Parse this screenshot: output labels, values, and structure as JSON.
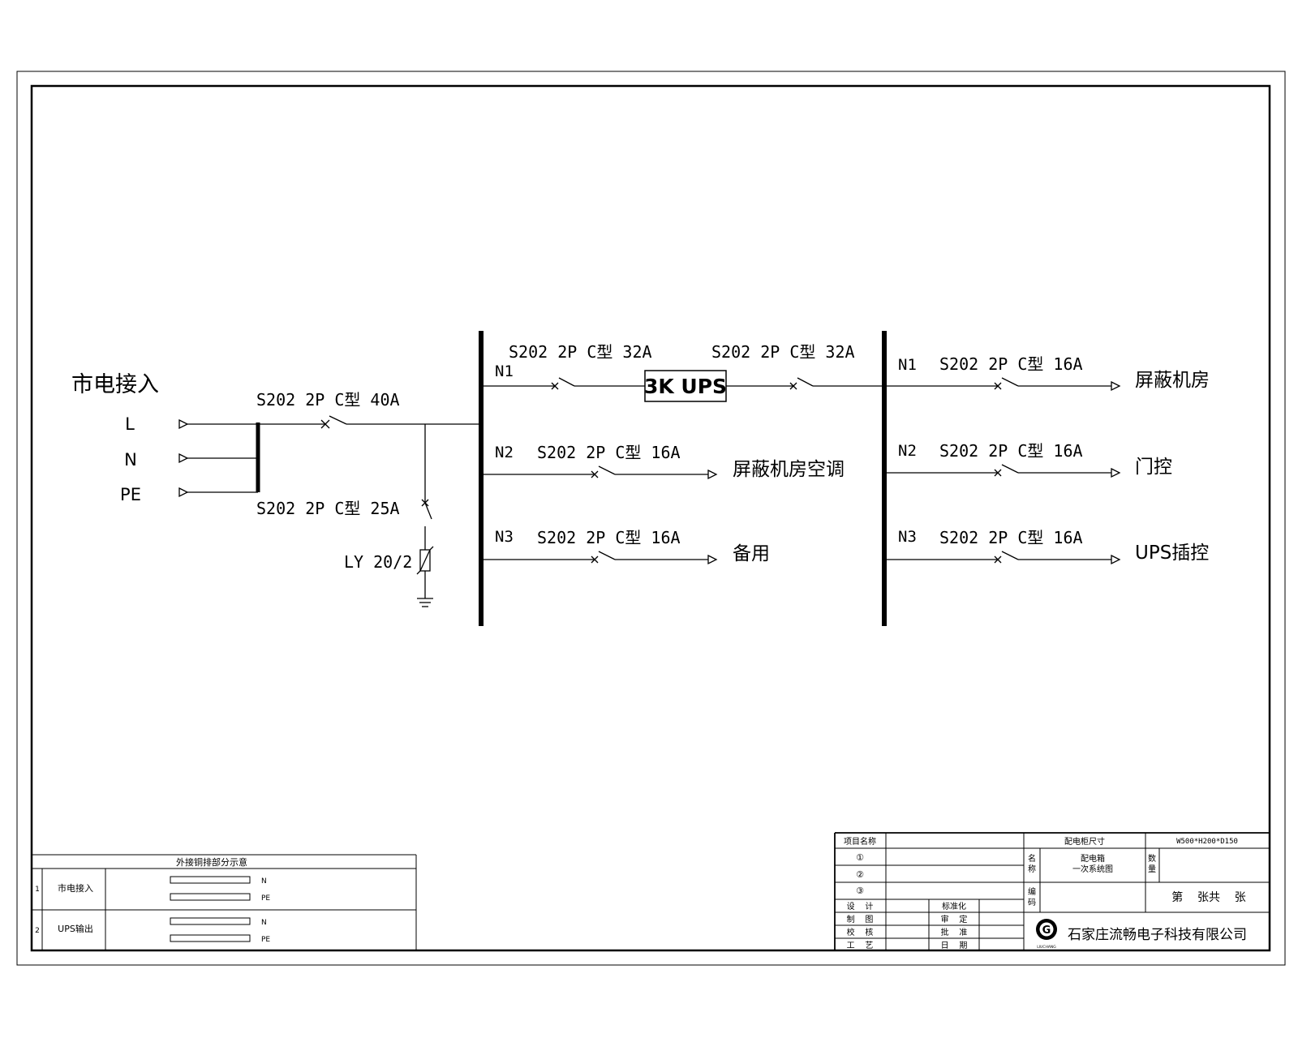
{
  "source": {
    "title": "市电接入",
    "L": "L",
    "N": "N",
    "PE": "PE"
  },
  "main_breaker": "S202 2P C型 40A",
  "spd_breaker": "S202 2P C型 25A",
  "spd_label": "LY 20/2",
  "bus1": {
    "n1": {
      "id": "N1",
      "breaker": "S202 2P C型 32A"
    },
    "ups": "3K UPS",
    "ups_out_breaker": "S202 2P C型 32A",
    "n2": {
      "id": "N2",
      "breaker": "S202 2P C型 16A",
      "load": "屏蔽机房空调"
    },
    "n3": {
      "id": "N3",
      "breaker": "S202 2P C型 16A",
      "load": "备用"
    }
  },
  "bus2": {
    "n1": {
      "id": "N1",
      "breaker": "S202 2P C型 16A",
      "load": "屏蔽机房"
    },
    "n2": {
      "id": "N2",
      "breaker": "S202 2P C型 16A",
      "load": "门控"
    },
    "n3": {
      "id": "N3",
      "breaker": "S202 2P C型 16A",
      "load": "UPS插控"
    }
  },
  "copper_table": {
    "title": "外接铜排部分示意",
    "rows": [
      {
        "num": "1",
        "name": "市电接入",
        "bar1": "N",
        "bar2": "PE"
      },
      {
        "num": "2",
        "name": "UPS输出",
        "bar1": "N",
        "bar2": "PE"
      }
    ]
  },
  "title_block": {
    "project_name_label": "项目名称",
    "size_label": "配电柜尺寸",
    "size_value": "W500*H200*D150",
    "circle1": "①",
    "circle2": "②",
    "circle3": "③",
    "name_label_1": "名",
    "name_label_2": "称",
    "drawing_name_1": "配电箱",
    "drawing_name_2": "一次系统图",
    "qty_label_1": "数",
    "qty_label_2": "量",
    "code_label_1": "编",
    "code_label_2": "码",
    "sheet": "第    张共    张",
    "design": "设    计",
    "standard": "标准化",
    "draw": "制    图",
    "review": "审    定",
    "check": "校    核",
    "approve": "批    准",
    "craft": "工    艺",
    "date": "日    期",
    "logo_letter": "G",
    "logo_sub": "LIUCHANG",
    "company": "石家庄流畅电子科技有限公司"
  }
}
